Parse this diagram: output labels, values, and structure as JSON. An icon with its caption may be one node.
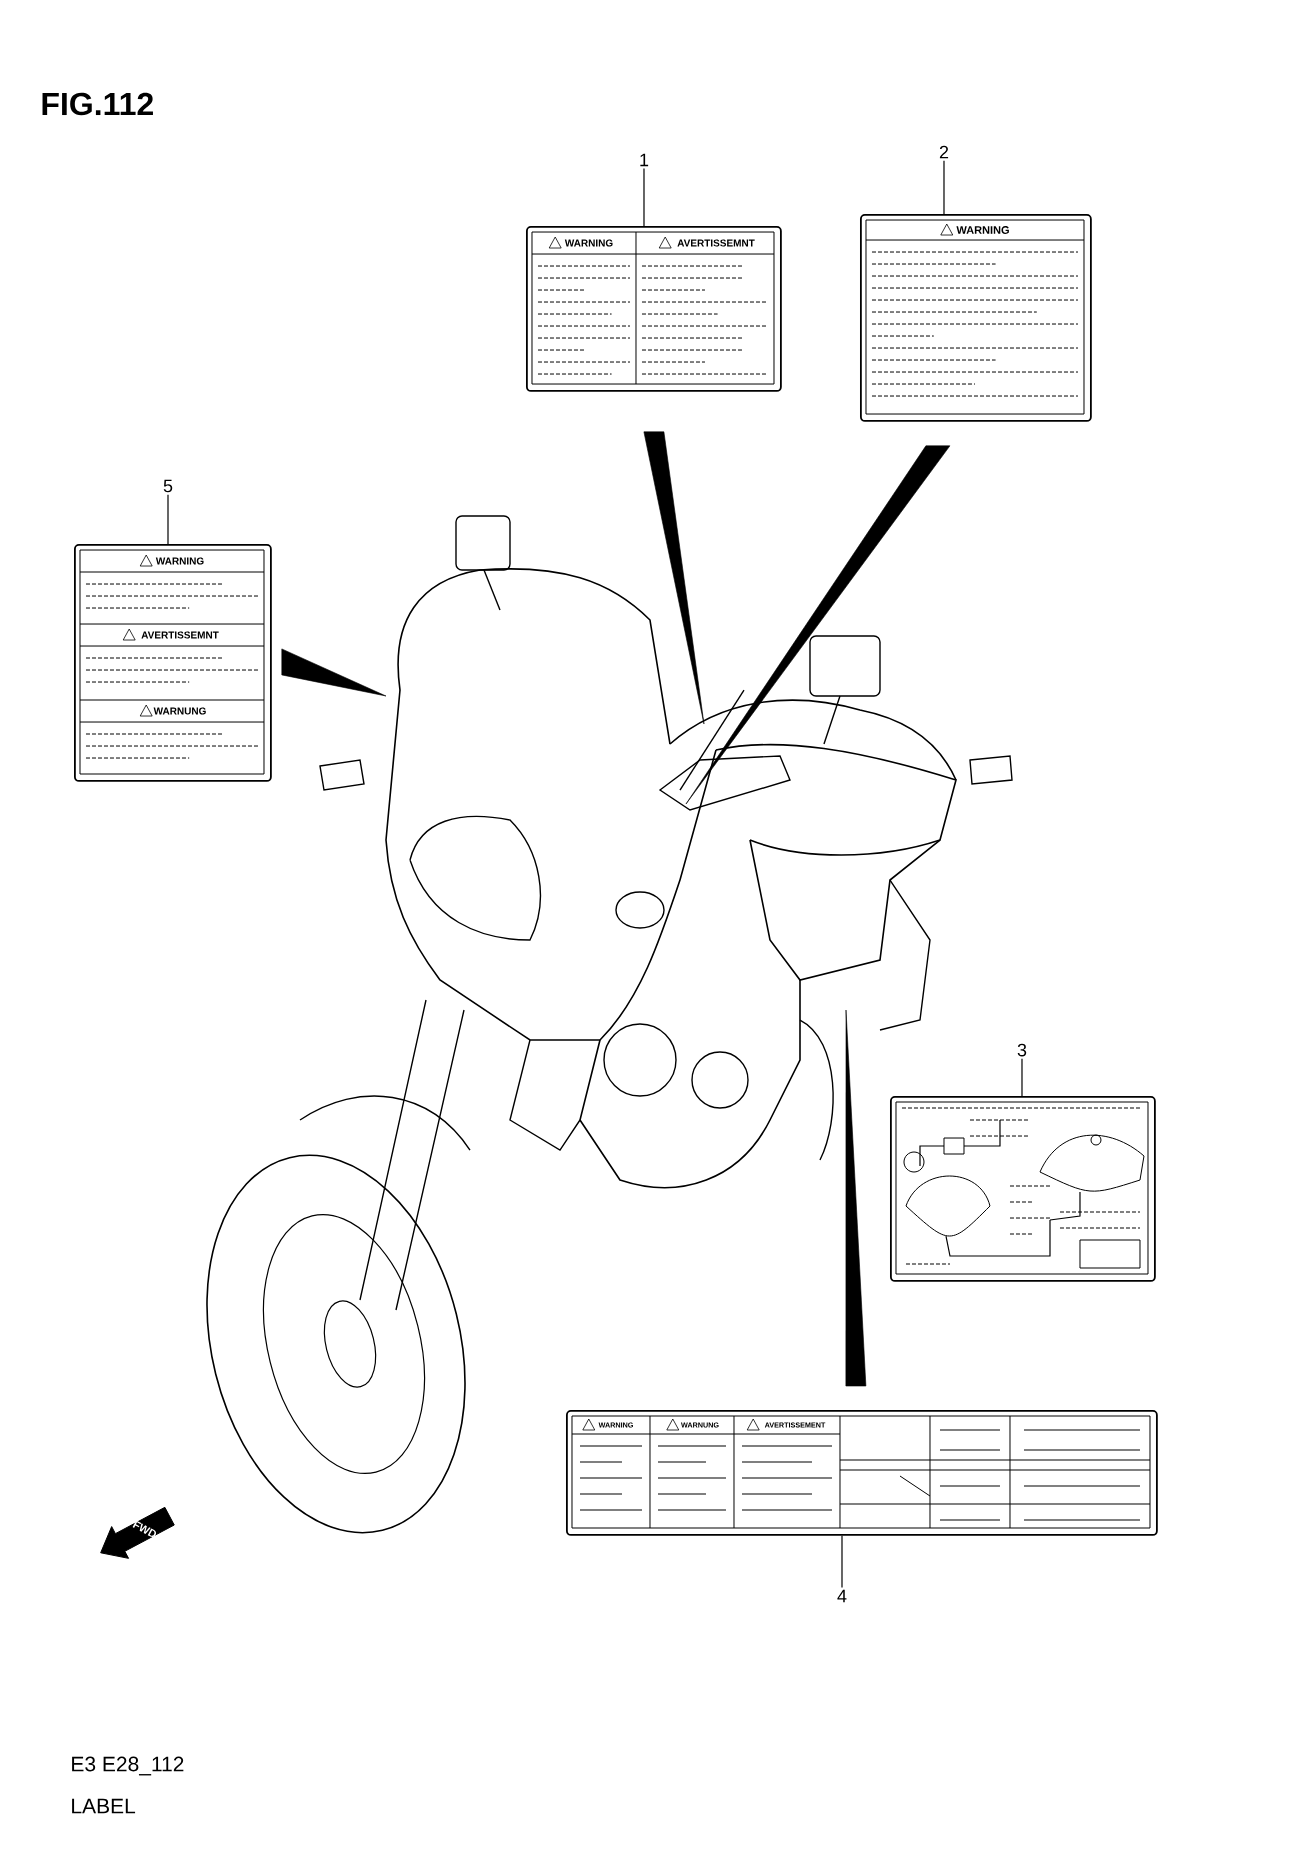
{
  "diagram": {
    "title": "FIG.112",
    "nodes": [
      {
        "text": [
          "1"
        ]
      },
      {
        "text": [
          "WARNING",
          "AVERTISSEMNT"
        ]
      },
      {
        "text": [
          "2"
        ]
      },
      {
        "text": [
          "WARNING"
        ]
      },
      {
        "text": [
          "5"
        ]
      },
      {
        "text": [
          "WARNING",
          "AVERTISSEMNT",
          "WARNUNG"
        ]
      },
      {
        "text": [],
        "shape": "picture"
      },
      {
        "text": [
          "3"
        ]
      },
      {
        "text": [],
        "shape": "box"
      },
      {
        "text": [
          "WARNING",
          "WARNUNG",
          "AVERTISSEMENT"
        ]
      },
      {
        "text": [
          "4"
        ]
      }
    ],
    "edges": [
      {
        "from": 0,
        "to": 1,
        "arrow": "none"
      },
      {
        "from": 2,
        "to": 3,
        "arrow": "none"
      },
      {
        "from": 4,
        "to": 5,
        "arrow": "none"
      },
      {
        "from": 7,
        "to": 8,
        "arrow": "none"
      },
      {
        "from": 10,
        "to": 9,
        "arrow": "none"
      },
      {
        "from": 1,
        "to": 6,
        "arrow": "none",
        "style": "thick"
      },
      {
        "from": 3,
        "to": 6,
        "arrow": "none",
        "style": "thick"
      },
      {
        "from": 5,
        "to": 6,
        "arrow": "none",
        "style": "thick"
      },
      {
        "from": 9,
        "to": 6,
        "arrow": "none",
        "style": "thick"
      }
    ],
    "labels": [
      "FWD",
      "E3 E28_112",
      "LABEL"
    ]
  }
}
